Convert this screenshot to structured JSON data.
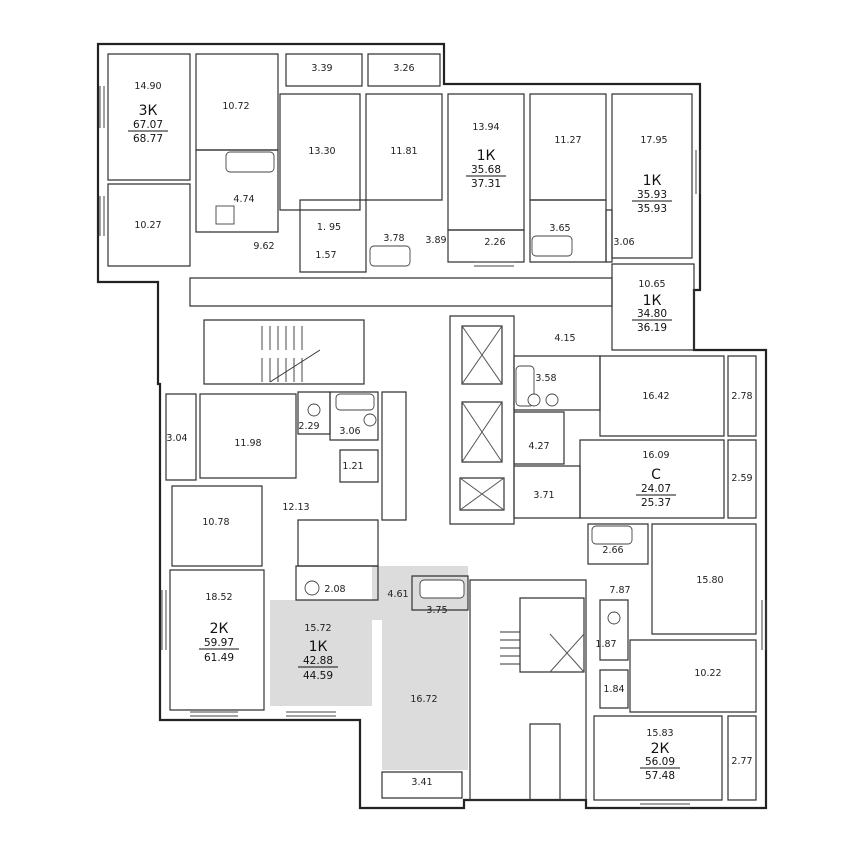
{
  "units": [
    {
      "id": "u3k",
      "type": "3К",
      "living": "67.07",
      "total": "68.77"
    },
    {
      "id": "u1k-a",
      "type": "1К",
      "living": "35.68",
      "total": "37.31"
    },
    {
      "id": "u1k-b",
      "type": "1К",
      "living": "35.93",
      "total": "35.93"
    },
    {
      "id": "u1k-c",
      "type": "1К",
      "living": "34.80",
      "total": "36.19"
    },
    {
      "id": "ustudio",
      "type": "С",
      "living": "24.07",
      "total": "25.37"
    },
    {
      "id": "u2k-a",
      "type": "2К",
      "living": "59.97",
      "total": "61.49"
    },
    {
      "id": "u1k-d",
      "type": "1К",
      "living": "42.88",
      "total": "44.59"
    },
    {
      "id": "u2k-b",
      "type": "2К",
      "living": "56.09",
      "total": "57.48"
    }
  ],
  "rooms": [
    "14.90",
    "10.72",
    "3.39",
    "3.26",
    "13.30",
    "11.81",
    "13.94",
    "11.27",
    "17.95",
    "4.74",
    "10.27",
    "9.62",
    "1. 95",
    "1.57",
    "3.78",
    "3.89",
    "2.26",
    "3.65",
    "3.06",
    "10.65",
    "4.15",
    "3.58",
    "16.42",
    "2.78",
    "3.04",
    "11.98",
    "2.29",
    "3.06",
    "1.21",
    "4.27",
    "16.09",
    "3.71",
    "2.59",
    "12.13",
    "10.78",
    "2.66",
    "18.52",
    "2.08",
    "4.61",
    "3.75",
    "15.72",
    "7.87",
    "15.80",
    "1.87",
    "16.72",
    "1.84",
    "10.22",
    "15.83",
    "2.77",
    "3.41"
  ]
}
